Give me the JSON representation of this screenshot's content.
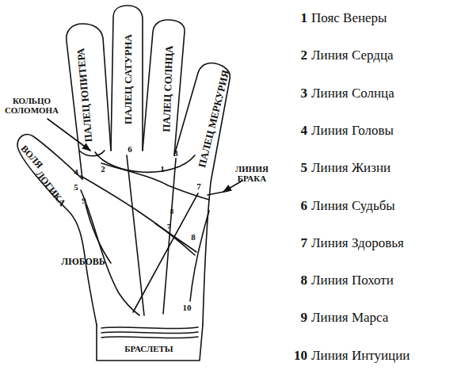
{
  "diagram": {
    "labels": [
      "ПАЛЕЦ ЮПИТЕРА",
      "ПАЛЕЦ САТУРНА",
      "ПАЛЕЦ СОЛНЦА",
      "ПАЛЕЦ МЕРКУРИЯ",
      "КОЛЬЦО СОЛОМОНА",
      "ЛИНИЯ БРАКА",
      "ВОЛЯ",
      "ЛОГИКА",
      "ЛЮБОВЬ",
      "БРАСЛЕТЫ",
      "1",
      "2",
      "3",
      "4",
      "5",
      "6",
      "7",
      "8",
      "9",
      "10",
      "8",
      "7",
      "1",
      "Пояс Венеры",
      "2",
      "Линия Сердца",
      "3",
      "Линия Солнца",
      "4",
      "Линия Головы",
      "5",
      "Линия Жизни",
      "6",
      "Линия Судьбы",
      "7",
      "Линия Здоровья",
      "8",
      "Линия Похоти",
      "9",
      "Линия Марса",
      "10",
      "Линия Интуиции"
    ]
  }
}
